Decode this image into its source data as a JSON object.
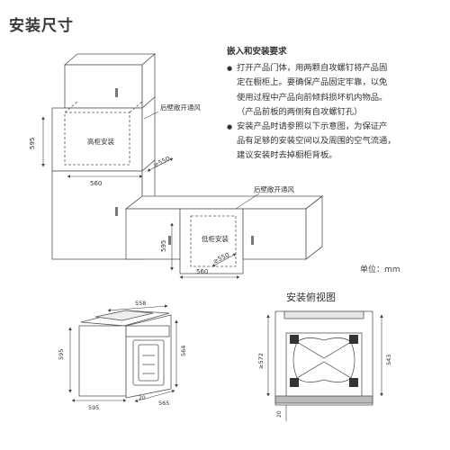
{
  "title": "安装尺寸",
  "notes": {
    "heading": "嵌入和安装要求",
    "p1_line1": "打开产品门体，用两颗自攻螺钉将产品固",
    "p1_line2": "定在橱柜上。要确保产品固定牢靠，以免",
    "p1_line3": "使用过程中产品向前倾斜损坏机内物品。",
    "p1_line4": "（产品前板的两侧有自攻螺钉孔）",
    "p2_line1": "安装产品时请参照以下示意图，为保证产",
    "p2_line2": "品有足够的安装空间以及周围的空气流通，",
    "p2_line3": "建议安装时去掉橱柜背板。"
  },
  "unit_label": "单位：mm",
  "top_view_label": "安装俯视图",
  "tall_cabinet": {
    "label": "高柜安装",
    "vent_label": "后壁敞开通风",
    "dim_height": "595",
    "dim_width": "560",
    "dim_depth": "≥550"
  },
  "low_cabinet": {
    "label": "低柜安装",
    "vent_label": "后壁敞开通风",
    "dim_height": "595",
    "dim_width": "560",
    "dim_depth": "≥550"
  },
  "oven_dims": {
    "top_width": "558",
    "side_height_inner": "564",
    "left_height": "595",
    "bottom_width": "595",
    "depth": "565",
    "bottom_small": "20"
  },
  "top_view_dims": {
    "left": "≥572",
    "right": "543",
    "bottom": "20"
  }
}
